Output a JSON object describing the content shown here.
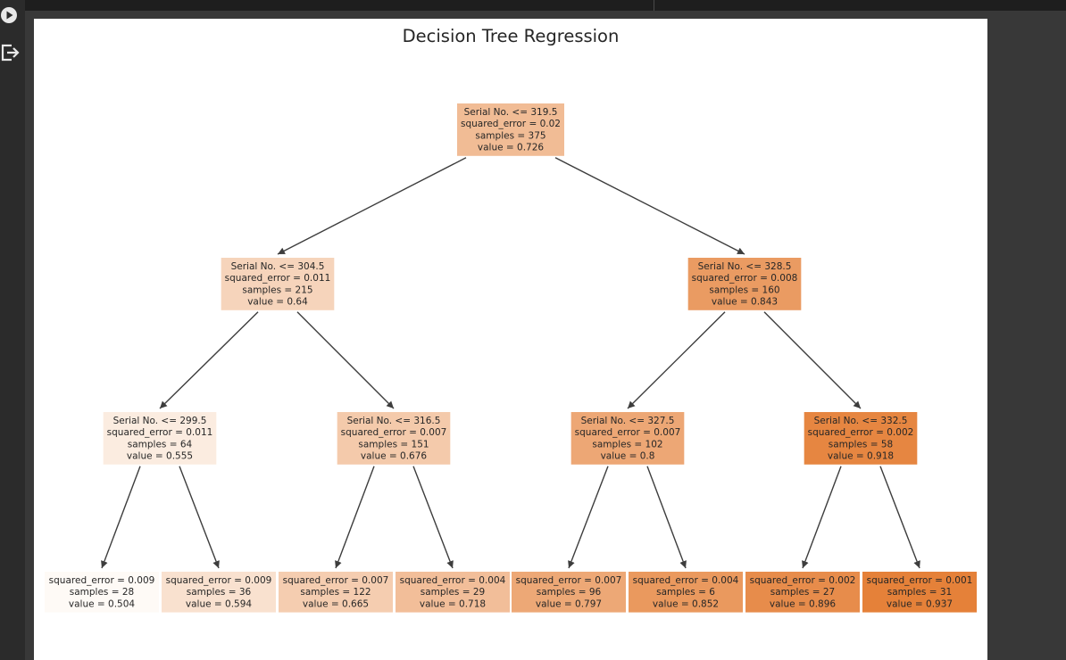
{
  "colors": {
    "edge": "#3d3d3d",
    "node_min": "#fefaf6",
    "node_max": "#e58139"
  },
  "toolbar": {
    "run_icon": "play-circle-icon",
    "output_icon": "output-redirect-icon"
  },
  "figure": {
    "title": "Decision Tree Regression"
  },
  "tree": {
    "value_range": [
      0.504,
      0.937
    ],
    "nodes": [
      {
        "id": 0,
        "depth": 0,
        "lines": [
          "Serial No. <= 319.5",
          "squared_error = 0.02",
          "samples = 375",
          "value = 0.726"
        ],
        "value": 0.726
      },
      {
        "id": 1,
        "depth": 1,
        "parent": 0,
        "lines": [
          "Serial No. <= 304.5",
          "squared_error = 0.011",
          "samples = 215",
          "value = 0.64"
        ],
        "value": 0.64
      },
      {
        "id": 2,
        "depth": 1,
        "parent": 0,
        "lines": [
          "Serial No. <= 328.5",
          "squared_error = 0.008",
          "samples = 160",
          "value = 0.843"
        ],
        "value": 0.843
      },
      {
        "id": 3,
        "depth": 2,
        "parent": 1,
        "lines": [
          "Serial No. <= 299.5",
          "squared_error = 0.011",
          "samples = 64",
          "value = 0.555"
        ],
        "value": 0.555
      },
      {
        "id": 4,
        "depth": 2,
        "parent": 1,
        "lines": [
          "Serial No. <= 316.5",
          "squared_error = 0.007",
          "samples = 151",
          "value = 0.676"
        ],
        "value": 0.676
      },
      {
        "id": 5,
        "depth": 2,
        "parent": 2,
        "lines": [
          "Serial No. <= 327.5",
          "squared_error = 0.007",
          "samples = 102",
          "value = 0.8"
        ],
        "value": 0.8
      },
      {
        "id": 6,
        "depth": 2,
        "parent": 2,
        "lines": [
          "Serial No. <= 332.5",
          "squared_error = 0.002",
          "samples = 58",
          "value = 0.918"
        ],
        "value": 0.918
      },
      {
        "id": 7,
        "depth": 3,
        "parent": 3,
        "lines": [
          "squared_error = 0.009",
          "samples = 28",
          "value = 0.504"
        ],
        "value": 0.504
      },
      {
        "id": 8,
        "depth": 3,
        "parent": 3,
        "lines": [
          "squared_error = 0.009",
          "samples = 36",
          "value = 0.594"
        ],
        "value": 0.594
      },
      {
        "id": 9,
        "depth": 3,
        "parent": 4,
        "lines": [
          "squared_error = 0.007",
          "samples = 122",
          "value = 0.665"
        ],
        "value": 0.665
      },
      {
        "id": 10,
        "depth": 3,
        "parent": 4,
        "lines": [
          "squared_error = 0.004",
          "samples = 29",
          "value = 0.718"
        ],
        "value": 0.718
      },
      {
        "id": 11,
        "depth": 3,
        "parent": 5,
        "lines": [
          "squared_error = 0.007",
          "samples = 96",
          "value = 0.797"
        ],
        "value": 0.797
      },
      {
        "id": 12,
        "depth": 3,
        "parent": 5,
        "lines": [
          "squared_error = 0.004",
          "samples = 6",
          "value = 0.852"
        ],
        "value": 0.852
      },
      {
        "id": 13,
        "depth": 3,
        "parent": 6,
        "lines": [
          "squared_error = 0.002",
          "samples = 27",
          "value = 0.896"
        ],
        "value": 0.896
      },
      {
        "id": 14,
        "depth": 3,
        "parent": 6,
        "lines": [
          "squared_error = 0.001",
          "samples = 31",
          "value = 0.937"
        ],
        "value": 0.937
      }
    ]
  }
}
